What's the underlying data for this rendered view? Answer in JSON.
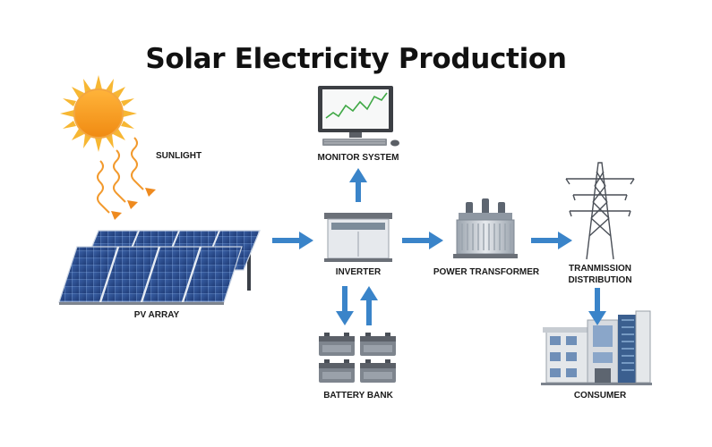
{
  "title": "Solar Electricity Production",
  "labels": {
    "sunlight": "SUNLIGHT",
    "monitor": "MONITOR SYSTEM",
    "inverter": "INVERTER",
    "transformer": "POWER TRANSFORMER",
    "transmission": [
      "TRANMISSION",
      "DISTRIBUTION"
    ],
    "pv_array": "PV ARRAY",
    "battery": "BATTERY BANK",
    "consumer": "CONSUMER"
  },
  "colors": {
    "arrow": "#3a84c9",
    "sun": "#f5a623",
    "panel": "#2a4c8f",
    "ray": "#f29a2e",
    "text": "#1a1a1a"
  },
  "icons": [
    "sun-icon",
    "monitor-icon",
    "solar-panel-icon",
    "inverter-icon",
    "transformer-icon",
    "pylon-icon",
    "battery-icon",
    "buildings-icon"
  ]
}
